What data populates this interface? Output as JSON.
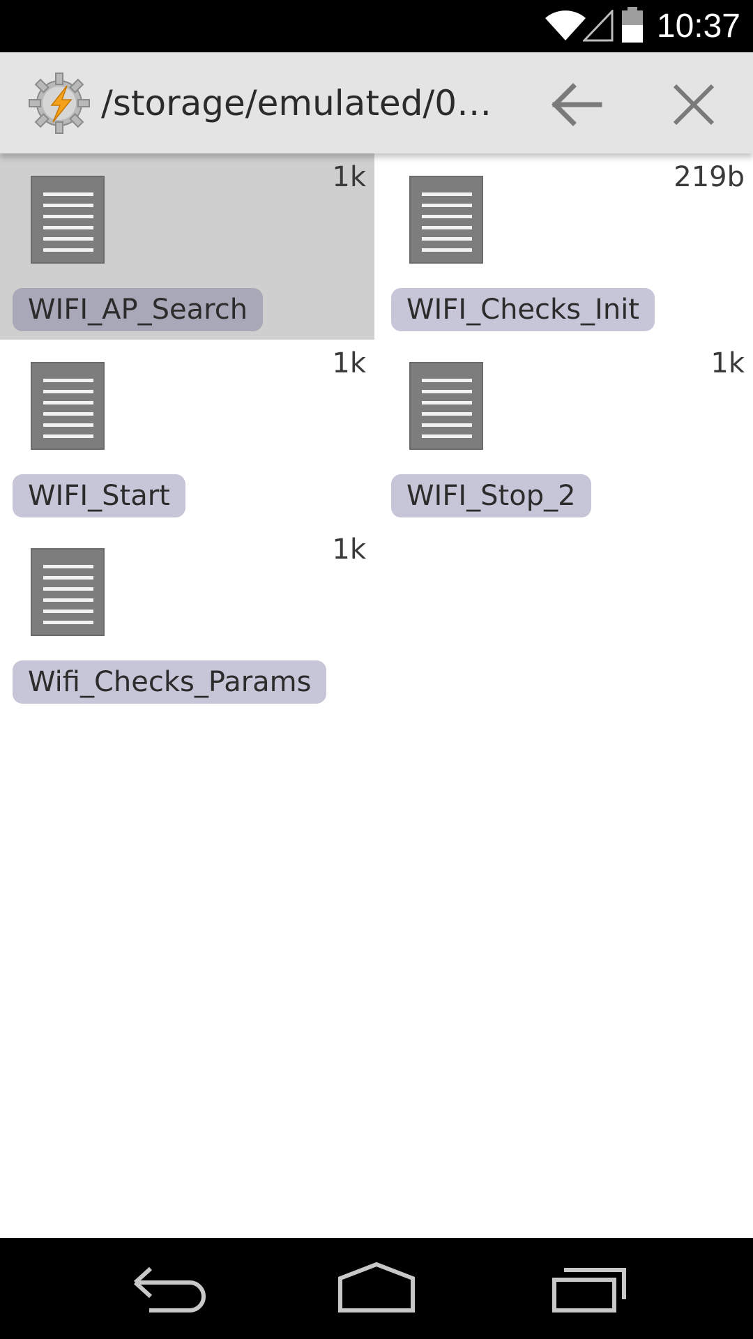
{
  "status_bar": {
    "time": "10:37",
    "icons": [
      "wifi-icon",
      "cell-signal-icon",
      "battery-icon"
    ]
  },
  "title_bar": {
    "path": "/storage/emulated/0/...",
    "app_icon": "tasker-gear-bolt-icon",
    "back_icon": "arrow-left-icon",
    "close_icon": "close-icon"
  },
  "files": [
    {
      "name": "WIFI_AP_Search",
      "size": "1k",
      "selected": true,
      "icon": "document-icon"
    },
    {
      "name": "WIFI_Checks_Init",
      "size": "219b",
      "selected": false,
      "icon": "document-icon"
    },
    {
      "name": "WIFI_Start",
      "size": "1k",
      "selected": false,
      "icon": "document-icon"
    },
    {
      "name": "WIFI_Stop_2",
      "size": "1k",
      "selected": false,
      "icon": "document-icon"
    },
    {
      "name": "Wifi_Checks_Params",
      "size": "1k",
      "selected": false,
      "icon": "document-icon"
    }
  ],
  "nav_bar": {
    "icons": [
      "nav-back-icon",
      "nav-home-icon",
      "nav-recents-icon"
    ]
  },
  "colors": {
    "status_bar_bg": "#000000",
    "title_bar_bg": "#e4e4e4",
    "selected_item_bg": "#cfcfcf",
    "label_bg": "#c6c6d8",
    "selected_label_bg": "#a8a8b8",
    "doc_icon": "#7d7d7d",
    "nav_bar_bg": "#000000"
  }
}
